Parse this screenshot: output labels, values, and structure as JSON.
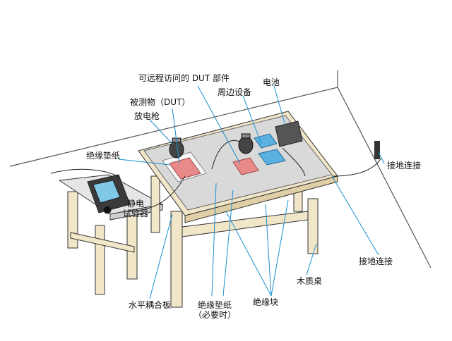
{
  "labels": {
    "remote_dut": "可远程访问的 DUT 部件",
    "dut": "被测物（DUT）",
    "peripheral": "周边设备",
    "battery": "电池",
    "discharge_gun": "放电枪",
    "insulation_mat_top": "绝缘垫纸",
    "esd_tester": "静电\n试验器",
    "ground_conn_1": "接地连接",
    "ground_conn_2": "接地连接",
    "wooden_table": "木质桌",
    "hcp": "水平耦合板",
    "insulation_mat_bottom": "绝缘垫纸\n（必要时）",
    "insulation_block": "绝缘块"
  },
  "colors": {
    "leader": "#1a8fd0",
    "table_wood": "#f2e6c9",
    "plate": "#d9d9d9",
    "dut": "#e8898a",
    "peripheral": "#5ab0e0"
  }
}
